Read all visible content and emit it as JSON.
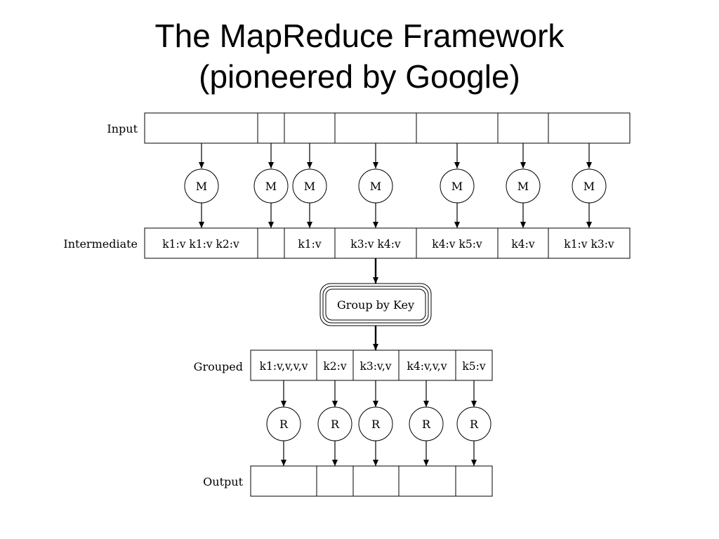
{
  "slide": {
    "title_line1": "The MapReduce Framework",
    "title_line2": "(pioneered by Google)"
  },
  "diagram": {
    "labels": {
      "input": "Input",
      "intermediate": "Intermediate",
      "grouped": "Grouped",
      "output": "Output"
    },
    "map_node_label": "M",
    "reduce_node_label": "R",
    "group_by_key": "Group by Key",
    "intermediate_cells": [
      "k1:v k1:v k2:v",
      "",
      "k1:v",
      "k3:v k4:v",
      "k4:v k5:v",
      "k4:v",
      "k1:v k3:v"
    ],
    "grouped_cells": [
      "k1:v,v,v,v",
      "k2:v",
      "k3:v,v",
      "k4:v,v,v",
      "k5:v"
    ]
  }
}
